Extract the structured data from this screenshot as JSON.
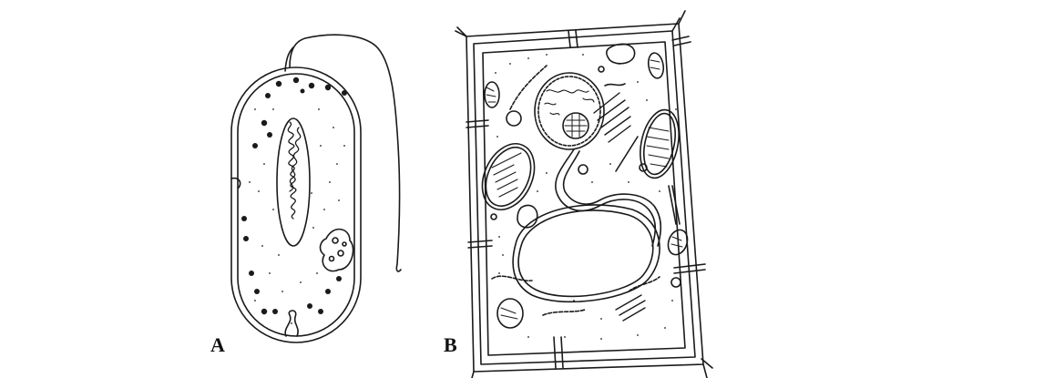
{
  "panels": [
    {
      "label": "A",
      "subject": "prokaryotic-cell"
    },
    {
      "label": "B",
      "subject": "plant-cell"
    }
  ],
  "colors": {
    "ink": "#1a1a1a",
    "background": "#ffffff"
  }
}
